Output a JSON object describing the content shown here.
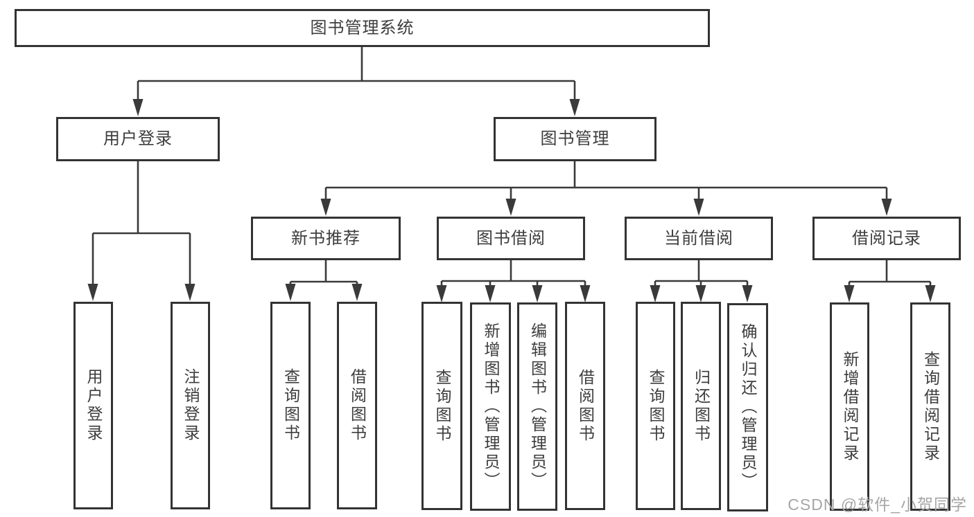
{
  "tree": {
    "root": "图书管理系统",
    "children": [
      {
        "label": "用户登录",
        "children": [
          "用户登录",
          "注销登录"
        ]
      },
      {
        "label": "图书管理",
        "children": [
          {
            "label": "新书推荐",
            "children": [
              "查询图书",
              "借阅图书"
            ]
          },
          {
            "label": "图书借阅",
            "children": [
              "查询图书",
              "新增图书（管理员）",
              "编辑图书（管理员）",
              "借阅图书"
            ]
          },
          {
            "label": "当前借阅",
            "children": [
              "查询图书",
              "归还图书",
              "确认归还（管理员）"
            ]
          },
          {
            "label": "借阅记录",
            "children": [
              "新增借阅记录",
              "查询借阅记录"
            ]
          }
        ]
      }
    ]
  },
  "watermark": {
    "text": "CSDN @软件_小贺同学"
  },
  "colors": {
    "line": "#3a3a3a",
    "box_border": "#333333",
    "box_text": "#3d3d3d",
    "background": "#ffffff",
    "watermark": "#a6a6a6"
  }
}
